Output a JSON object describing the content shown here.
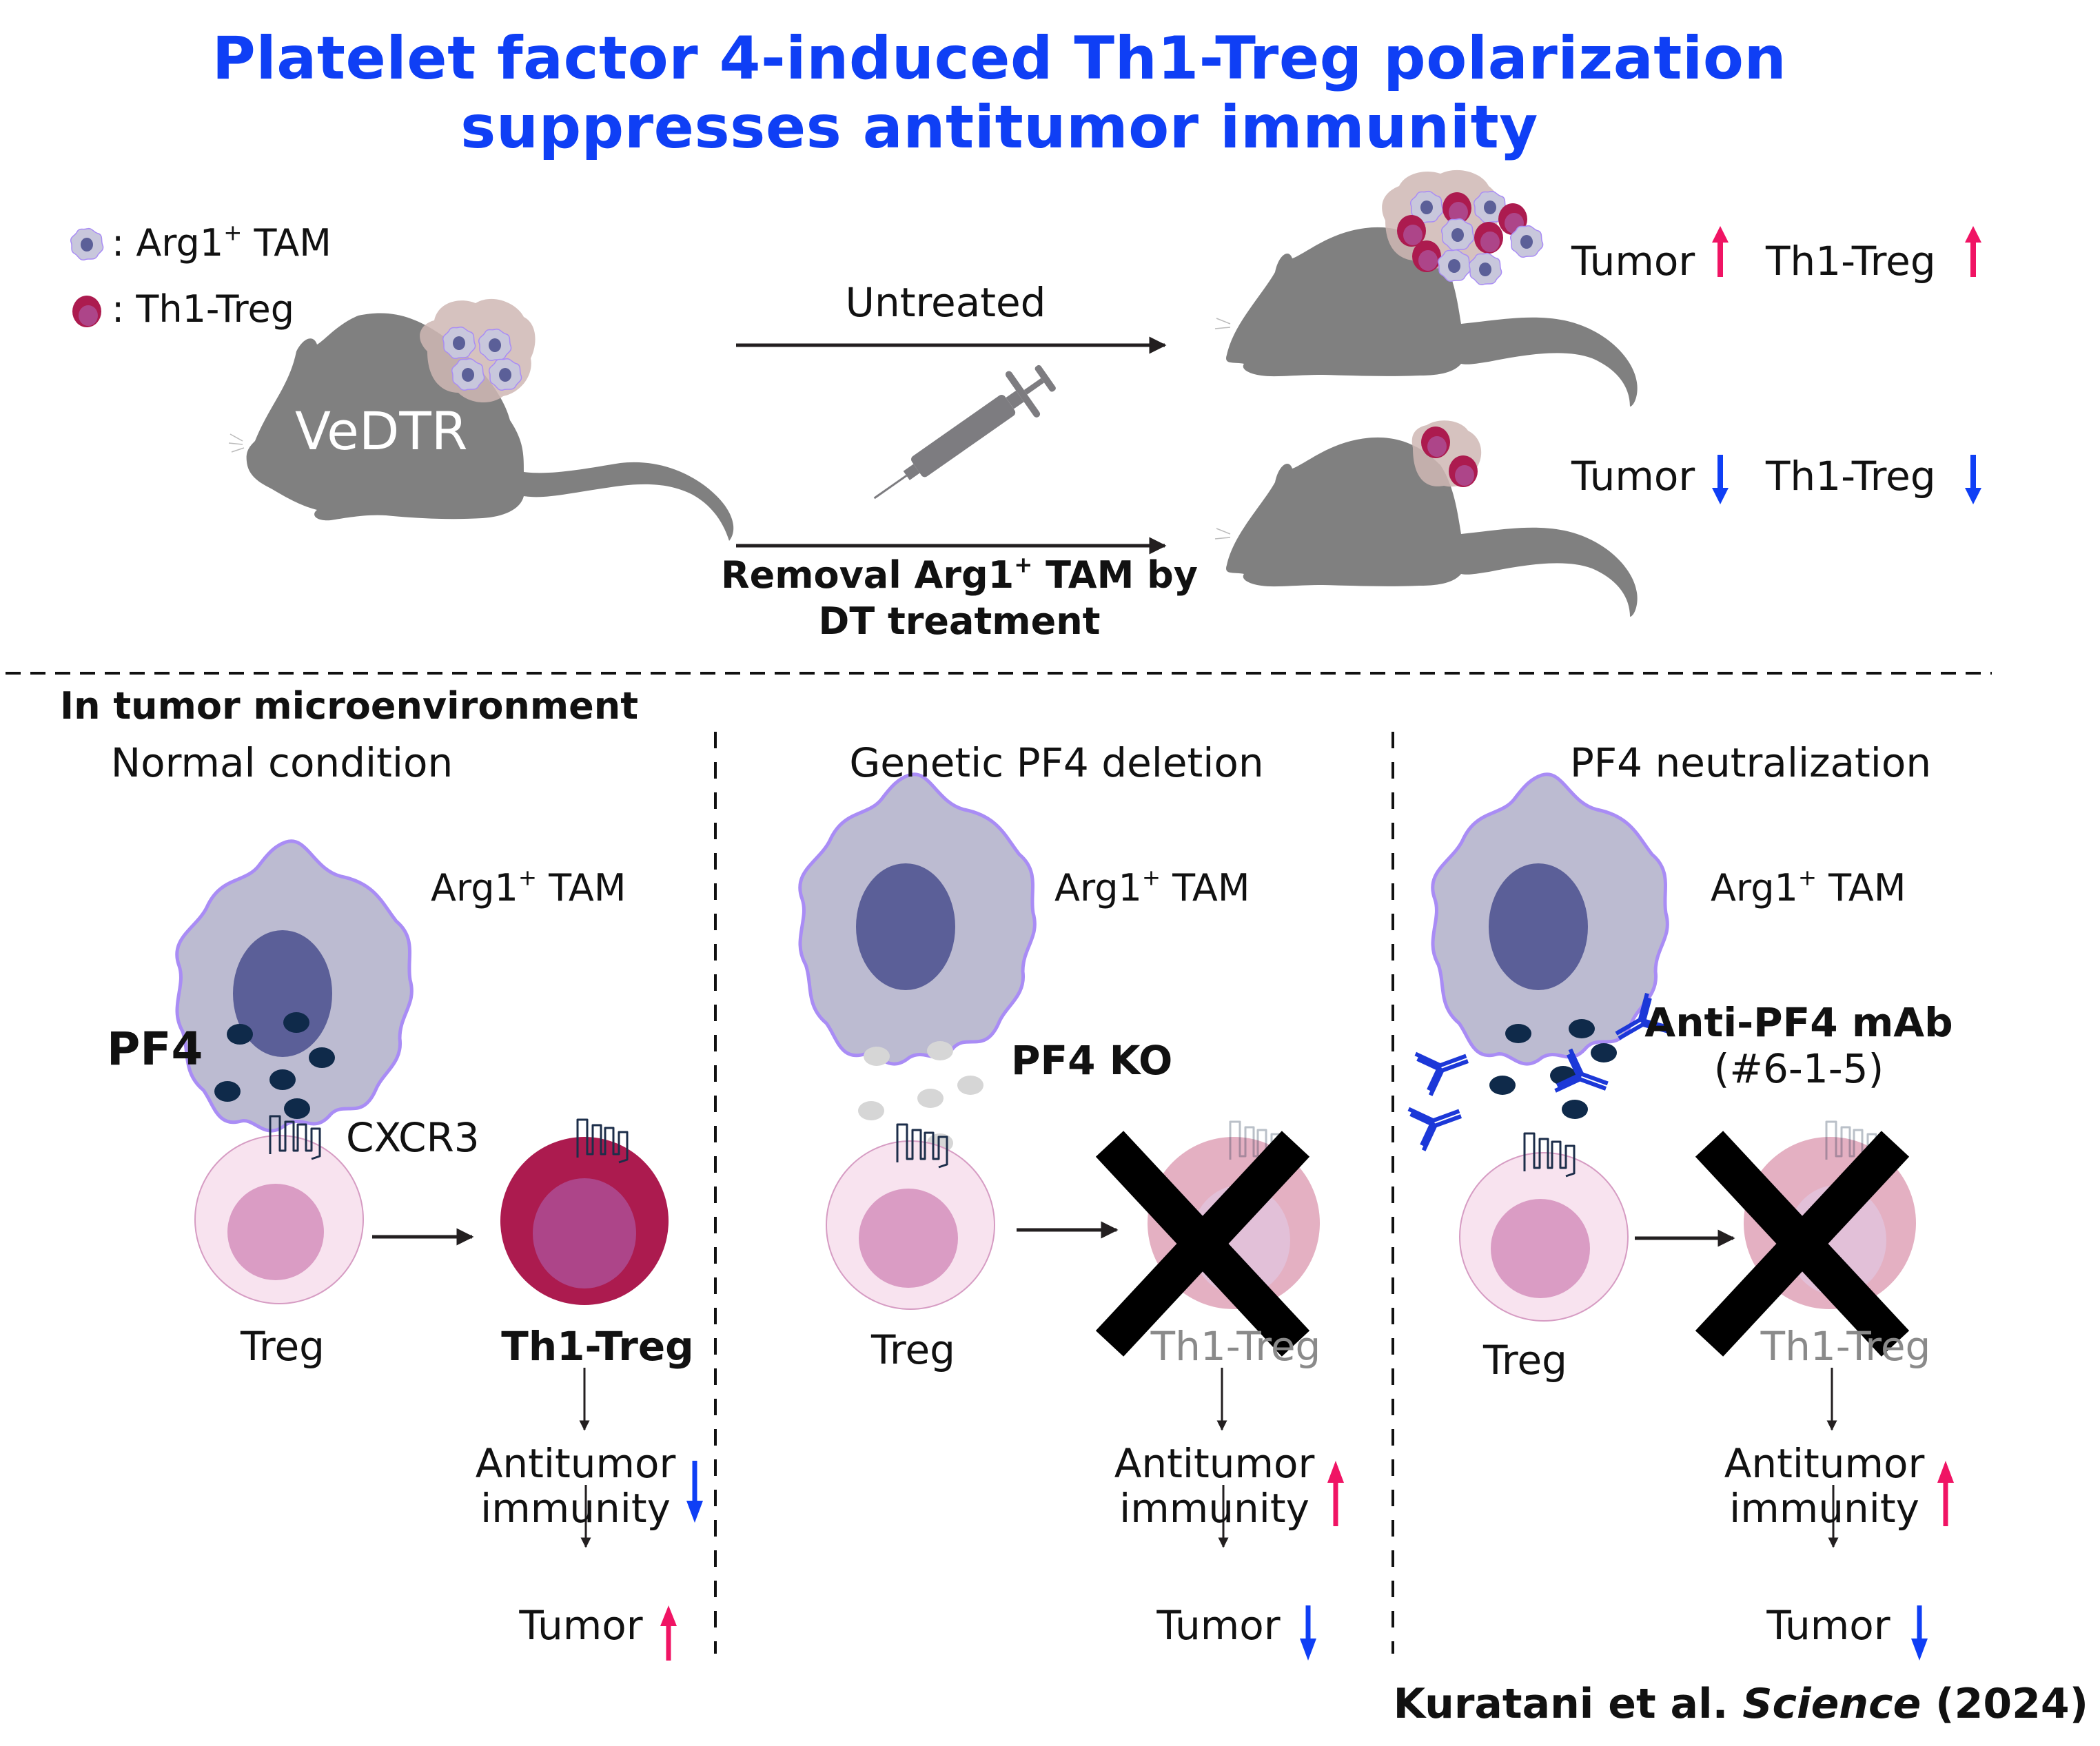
{
  "title": {
    "line1": "Platelet factor 4-induced Th1-Treg polarization",
    "line2": "suppresses antitumor immunity"
  },
  "colors": {
    "title_blue": "#0f3ff5",
    "up_arrow": "#f01464",
    "down_arrow": "#0f3ff5",
    "mouse_grey": "#808080",
    "tam_body": "#bcbbd1",
    "tam_outline": "#a98cf5",
    "tam_nucleus": "#5b5f98",
    "treg_body": "#f8e3ef",
    "treg_nucleus": "#da9cc4",
    "th1treg_body": "#ac1b4f",
    "th1treg_nucleus": "#ad4589",
    "pf4_dot": "#0f2a4a",
    "pf4_ko_dot": "#d6d6d6",
    "antibody": "#1c38d8"
  },
  "legend": {
    "items": [
      {
        "icon": "arg1-tam-cell-icon",
        "label": ": Arg1",
        "sup": "+",
        "suffix": " TAM"
      },
      {
        "icon": "th1-treg-cell-icon",
        "label": ": Th1-Treg",
        "sup": "",
        "suffix": ""
      }
    ]
  },
  "top": {
    "mouse_label": "VeDTR",
    "untreated_label": "Untreated",
    "treatment_label_line1_pre": "Removal Arg1",
    "treatment_label_line1_sup": "+",
    "treatment_label_line1_post": " TAM by",
    "treatment_label_line2": "DT treatment",
    "outcome_untreated": [
      {
        "label": "Tumor",
        "direction": "up"
      },
      {
        "label": "Th1-Treg",
        "direction": "up"
      }
    ],
    "outcome_treated": [
      {
        "label": "Tumor",
        "direction": "down"
      },
      {
        "label": "Th1-Treg",
        "direction": "down"
      }
    ]
  },
  "section_heading": "In tumor microenvironment",
  "panels": [
    {
      "title": "Normal condition",
      "tam_label_pre": "Arg1",
      "tam_label_sup": "+",
      "tam_label_post": " TAM",
      "factor_label": "PF4",
      "receptor_label": "CXCR3",
      "treg_label": "Treg",
      "th1treg_label": "Th1-Treg",
      "th1treg_blocked": false,
      "immunity_line1": "Antitumor",
      "immunity_line2": "immunity",
      "immunity_direction": "down",
      "tumor_label": "Tumor",
      "tumor_direction": "up"
    },
    {
      "title": "Genetic PF4 deletion",
      "tam_label_pre": "Arg1",
      "tam_label_sup": "+",
      "tam_label_post": " TAM",
      "factor_label": "PF4 KO",
      "treg_label": "Treg",
      "th1treg_label": "Th1-Treg",
      "th1treg_blocked": true,
      "immunity_line1": "Antitumor",
      "immunity_line2": "immunity",
      "immunity_direction": "up",
      "tumor_label": "Tumor",
      "tumor_direction": "down"
    },
    {
      "title": "PF4 neutralization",
      "tam_label_pre": "Arg1",
      "tam_label_sup": "+",
      "tam_label_post": " TAM",
      "factor_label": "Anti-PF4 mAb",
      "factor_sublabel": "(#6-1-5)",
      "treg_label": "Treg",
      "th1treg_label": "Th1-Treg",
      "th1treg_blocked": true,
      "immunity_line1": "Antitumor",
      "immunity_line2": "immunity",
      "immunity_direction": "up",
      "tumor_label": "Tumor",
      "tumor_direction": "down"
    }
  ],
  "citation": {
    "authors": "Kuratani et al. ",
    "journal": "Science",
    "year": " (2024)"
  }
}
